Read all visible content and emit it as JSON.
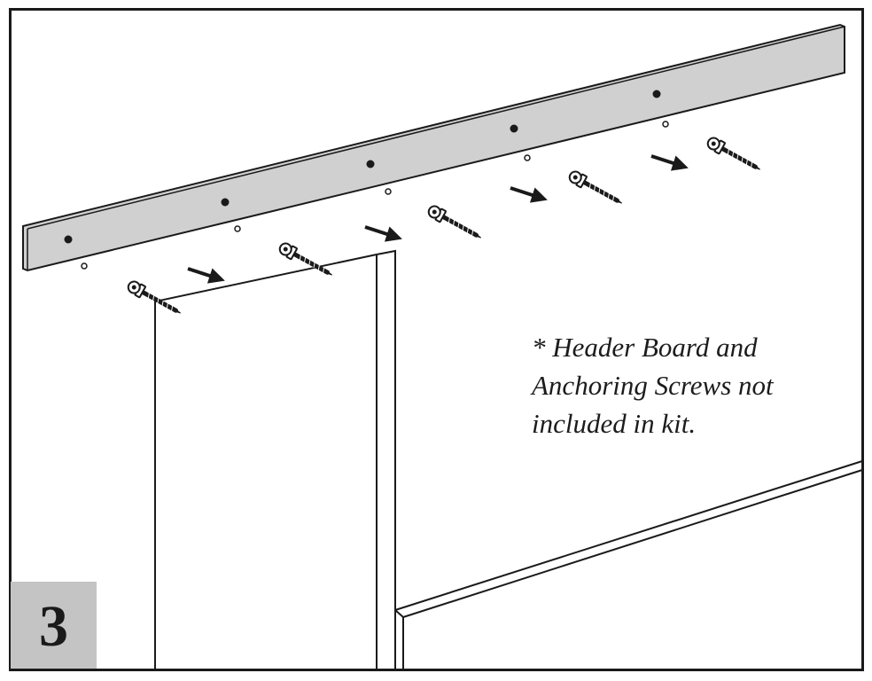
{
  "step": {
    "number": "3"
  },
  "note": {
    "lines": [
      "* Header Board and",
      "Anchoring Screws not",
      "included in kit."
    ]
  },
  "colors": {
    "outline": "#1a1a1a",
    "board_fill": "#d0d0d0",
    "badge_fill": "#c4c4c4",
    "background": "#ffffff"
  },
  "icons": {
    "screw": "screw-icon",
    "arrow": "arrow-icon",
    "pilot_hole": "pilot-hole-icon"
  }
}
